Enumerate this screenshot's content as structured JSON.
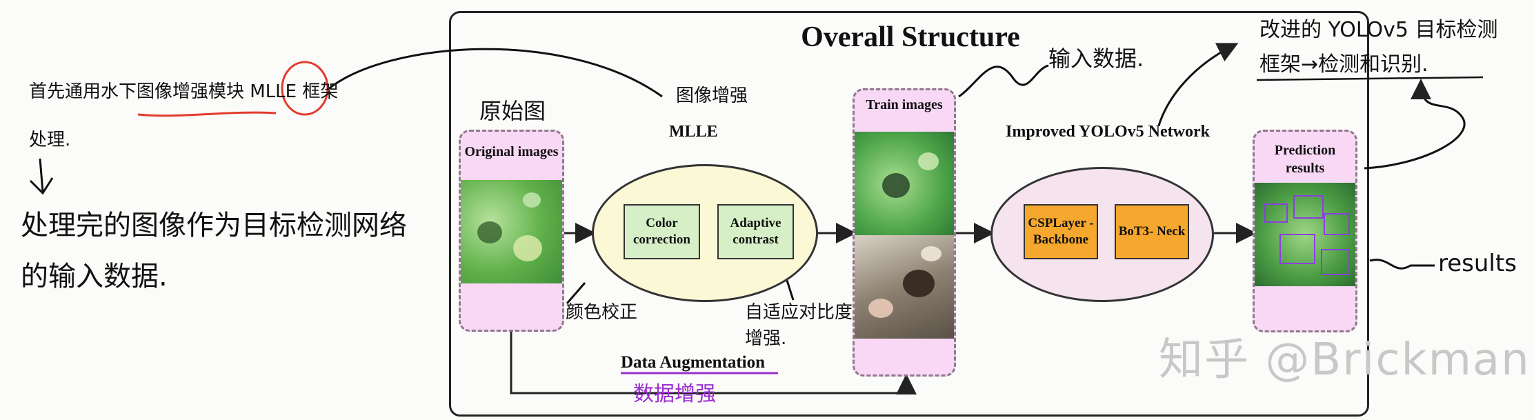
{
  "diagram": {
    "title": "Overall Structure",
    "original_images": "Original images",
    "mlle": "MLLE",
    "color_correction": "Color correction",
    "adaptive_contrast": "Adaptive contrast",
    "train_images": "Train images",
    "improved_network": "Improved YOLOv5 Network",
    "csplayer_backbone": "CSPLayer -Backbone",
    "bot3_neck": "BoT3- Neck",
    "prediction_results": "Prediction results",
    "data_augmentation": "Data Augmentation"
  },
  "annotations": {
    "preprocess_note_line1": "首先通用水下图像增强模块 MLLE 框架",
    "preprocess_note_line2": "处理.",
    "input_note_line1": "处理完的图像作为目标检测网络",
    "input_note_line2": "的输入数据.",
    "raw_image": "原始图",
    "image_enhancement": "图像增强",
    "input_data": "输入数据.",
    "improved_yolo_line1": "改进的 YOLOv5 目标检测",
    "improved_yolo_line2": "框架→检测和识别.",
    "color_correction_cn": "颜色校正",
    "adaptive_contrast_cn_line1": "自适应对比度",
    "adaptive_contrast_cn_line2": "增强.",
    "data_augmentation_cn": "数据增强",
    "results": "results"
  },
  "watermark": "知乎 @Brickman",
  "colors": {
    "panel_fill": "#f9d8f6",
    "ellipse_fill_yellow": "#fbf8d6",
    "ellipse_fill_pink": "#f5e3ee",
    "green_box": "#d6efc6",
    "orange_box": "#f6a72d",
    "annotation_red": "#e23a2c",
    "annotation_purple": "#9a2fd0"
  }
}
